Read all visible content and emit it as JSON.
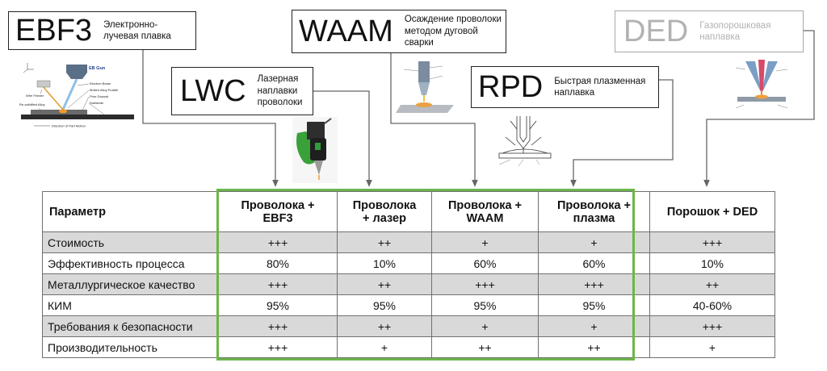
{
  "processes": [
    {
      "id": "ebf3",
      "abbr": "EBF3",
      "desc": "Электронно-\nлучевая плавка"
    },
    {
      "id": "lwc",
      "abbr": "LWC",
      "desc": "Лазерная\nнаплавки\nпроволоки"
    },
    {
      "id": "waam",
      "abbr": "WAAM",
      "desc": "Осаждение проволоки\nметодом дуговой\nсварки"
    },
    {
      "id": "rpd",
      "abbr": "RPD",
      "desc": "Быстрая плазменная\nнаплавка"
    },
    {
      "id": "ded",
      "abbr": "DED",
      "desc": "Газопорошковая\nнаплавка"
    }
  ],
  "diagram_labels": {
    "eb_gun": "EB Gun",
    "electron_beam": "Electron Beam",
    "molten_alloy": "Molten Alloy Puddle",
    "prior_deposit": "Prior Deposit",
    "substrate": "Substrate",
    "wire_feeder": "Wire Feeder",
    "resolidified": "Re-solidified Alloy",
    "direction": "Direction of Part Motion"
  },
  "table": {
    "header": [
      "Параметр",
      "Проволока +\nEBF3",
      "Проволока\n+ лазер",
      "Проволока +\nWAAM",
      "Проволока +\nплазма",
      "Порошок + DED"
    ],
    "rows": [
      [
        "Стоимость",
        "+++",
        "++",
        "+",
        "+",
        "+++"
      ],
      [
        "Эффективность процесса",
        "80%",
        "10%",
        "60%",
        "60%",
        "10%"
      ],
      [
        "Металлургическое качество",
        "+++",
        "++",
        "+++",
        "+++",
        "++"
      ],
      [
        "КИМ",
        "95%",
        "95%",
        "95%",
        "95%",
        "40-60%"
      ],
      [
        "Требования к безопасности",
        "+++",
        "++",
        "+",
        "+",
        "+++"
      ],
      [
        "Производительность",
        "+++",
        "+",
        "++",
        "++",
        "+"
      ]
    ]
  },
  "colors": {
    "highlight_frame": "#6cb54a",
    "row_shade": "#d9d9d9",
    "dim_text": "#b2b2b2"
  }
}
